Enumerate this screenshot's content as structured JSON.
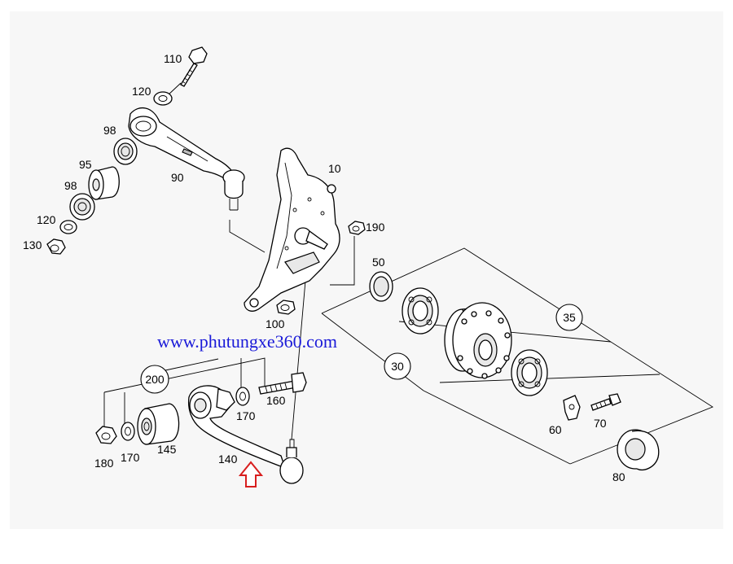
{
  "watermark": "www.phutungxe360.com",
  "callouts": {
    "c110": "110",
    "c120a": "120",
    "c98a": "98",
    "c95": "95",
    "c90": "90",
    "c98b": "98",
    "c120b": "120",
    "c130": "130",
    "c10": "10",
    "c190": "190",
    "c100": "100",
    "c50": "50",
    "c35": "35",
    "c30": "30",
    "c200": "200",
    "c160": "160",
    "c170a": "170",
    "c170b": "170",
    "c180": "180",
    "c145": "145",
    "c140": "140",
    "c60": "60",
    "c70": "70",
    "c80": "80"
  },
  "highlight": {
    "target_part": "140",
    "arrow_color": "#d81e1e"
  },
  "colors": {
    "line": "#000000",
    "watermark": "#1a1ad8",
    "panel": "#f7f7f7"
  }
}
